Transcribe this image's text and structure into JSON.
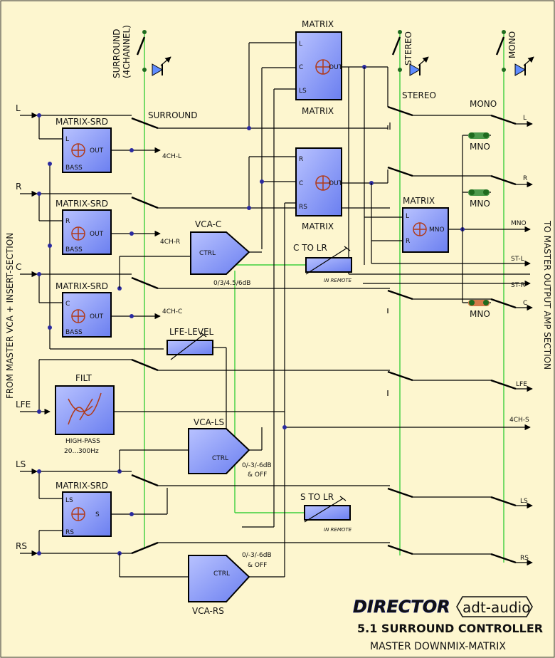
{
  "inputs": {
    "l": "L",
    "r": "R",
    "c": "C",
    "lfe": "LFE",
    "ls": "LS",
    "rs": "RS"
  },
  "side_labels": {
    "left": "FROM MASTER VCA + INSERT-SECTION",
    "right": "TO MASTER OUTPUT AMP SECTION"
  },
  "switch_labels": {
    "surround": "SURROUND\n(4CHANNEL)",
    "stereo": "STEREO",
    "mono": "MONO",
    "surround_bus": "SURROUND",
    "stereo_bus": "STEREO",
    "mono_bus": "MONO"
  },
  "blocks": {
    "matrix_srd": "MATRIX-SRD",
    "matrix": "MATRIX",
    "vca_c": "VCA-C",
    "vca_ls": "VCA-LS",
    "vca_rs": "VCA-RS",
    "ctrl": "CTRL",
    "filt": "FILT",
    "highpass": "HIGH-PASS",
    "range": "20...300Hz",
    "lfe_level": "LFE-LEVEL",
    "c_to_lr": "C TO LR",
    "s_to_lr": "S TO LR",
    "in_remote": "IN REMOTE",
    "mno": "MNO"
  },
  "pins": {
    "l": "L",
    "r": "R",
    "c": "C",
    "ls": "LS",
    "rs": "RS",
    "s": "S",
    "out": "OUT",
    "bass": "BASS",
    "mno_pin": "MNO"
  },
  "vca_labels": {
    "c": "0/3/4.5/6dB",
    "s1": "0/-3/-6dB",
    "s2": "& OFF"
  },
  "outputs": {
    "ch4_l": "4CH-L",
    "ch4_r": "4CH-R",
    "ch4_c": "4CH-C",
    "ch4_s": "4CH-S",
    "l": "L",
    "r": "R",
    "mno": "MNO",
    "st_l": "ST-L",
    "st_r": "ST-R",
    "c": "C",
    "lfe": "LFE",
    "ls": "LS",
    "rs": "RS"
  },
  "footer": {
    "brand": "DIRECTOR",
    "logo": "adt-audio",
    "title": "5.1 SURROUND CONTROLLER",
    "subtitle": "MASTER DOWNMIX-MATRIX"
  },
  "colors": {
    "background": "#fdf6cf",
    "block": "#7f8ff0",
    "control_line": "#3ccf3c",
    "junction": "#2a2aa0",
    "brand": "#1a2ecf"
  }
}
